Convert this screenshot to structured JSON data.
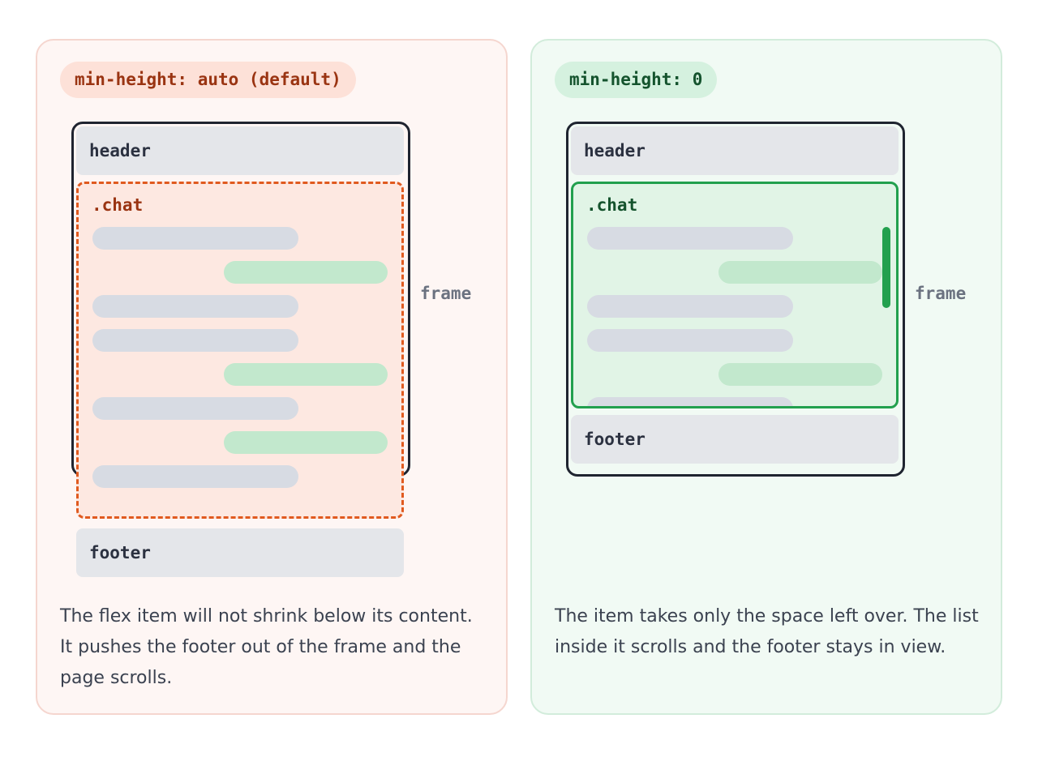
{
  "left": {
    "pill": "min-height: auto (default)",
    "header": "header",
    "chat_label": ".chat",
    "frame_label": "frame",
    "footer": "footer",
    "messages": [
      "in",
      "out",
      "in",
      "in",
      "out",
      "in",
      "out",
      "in"
    ],
    "description": "The flex item will not shrink below its content. It pushes the footer out of the frame and the page scrolls.",
    "accent": "#e05a1f"
  },
  "right": {
    "pill": "min-height: 0",
    "header": "header",
    "chat_label": ".chat",
    "frame_label": "frame",
    "footer": "footer",
    "messages": [
      "in",
      "out",
      "in",
      "in",
      "out",
      "in"
    ],
    "description": "The item takes only the space left over. The list inside it scrolls and the footer stays in view.",
    "accent": "#22a04e"
  }
}
